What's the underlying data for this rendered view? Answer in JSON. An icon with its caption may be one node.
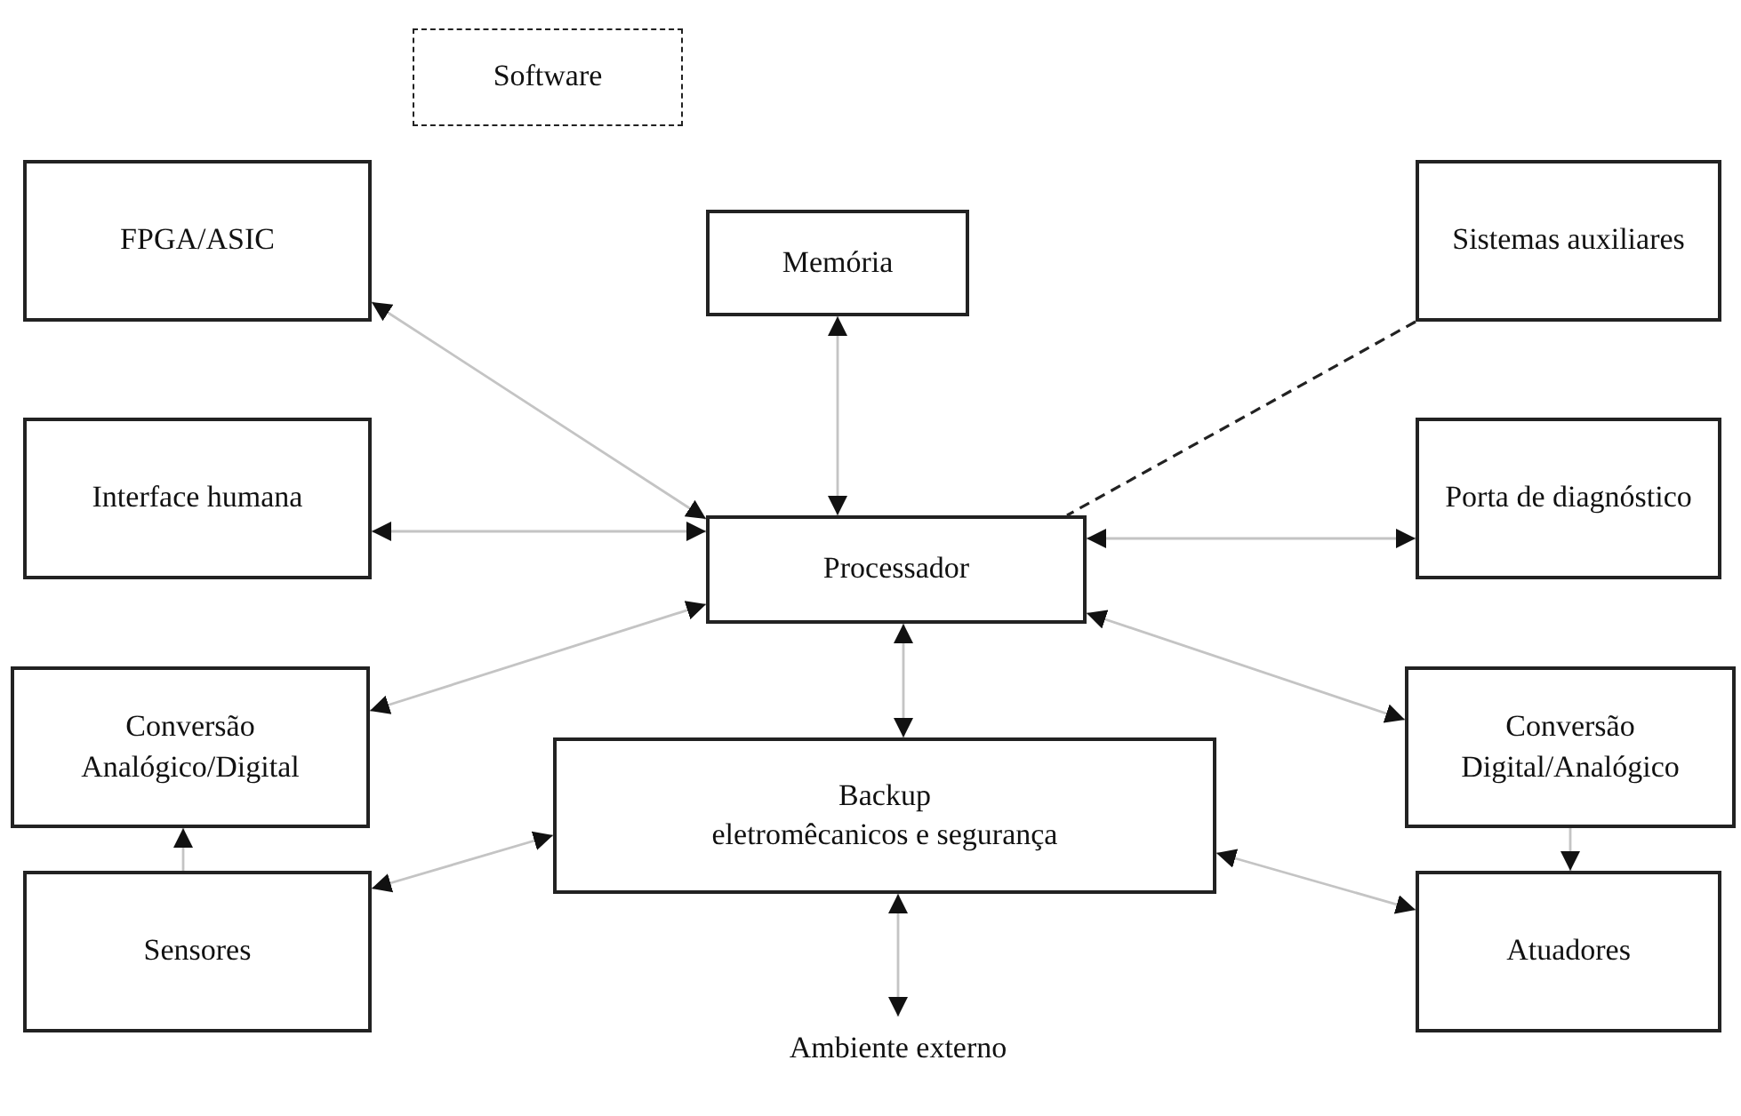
{
  "diagram": {
    "nodes": [
      {
        "text": [
          "Software"
        ]
      },
      {
        "text": [
          "FPGA/ASIC"
        ]
      },
      {
        "text": [
          "Sistemas auxiliares"
        ]
      },
      {
        "text": [
          "Memória"
        ]
      },
      {
        "text": [
          "Interface humana"
        ]
      },
      {
        "text": [
          "Processador"
        ]
      },
      {
        "text": [
          "Porta de diagnóstico"
        ]
      },
      {
        "text": [
          "Conversão Analógico/Digital"
        ]
      },
      {
        "text": [
          "Backup",
          "eletromêcanicos e segurança"
        ]
      },
      {
        "text": [
          "Conversão Digital/Analógico"
        ]
      },
      {
        "text": [
          "Sensores"
        ]
      },
      {
        "text": [
          "Atuadores"
        ]
      },
      {
        "text": [
          "Ambiente externo"
        ]
      }
    ],
    "edges": [
      {
        "from": 1,
        "to": 5,
        "arrow": "both"
      },
      {
        "from": 3,
        "to": 5,
        "arrow": "both"
      },
      {
        "from": 4,
        "to": 5,
        "arrow": "both"
      },
      {
        "from": 7,
        "to": 5,
        "arrow": "both"
      },
      {
        "from": 2,
        "to": 5,
        "arrow": "none",
        "style": "dashed",
        "color": "#222222"
      },
      {
        "from": 6,
        "to": 5,
        "arrow": "both"
      },
      {
        "from": 9,
        "to": 5,
        "arrow": "both"
      },
      {
        "from": 5,
        "to": 8,
        "arrow": "both"
      },
      {
        "from": 10,
        "to": 7,
        "arrow": "to"
      },
      {
        "from": 9,
        "to": 11,
        "arrow": "to"
      },
      {
        "from": 10,
        "to": 8,
        "arrow": "both"
      },
      {
        "from": 8,
        "to": 12,
        "arrow": "both"
      },
      {
        "from": 8,
        "to": 11,
        "arrow": "both"
      }
    ]
  }
}
